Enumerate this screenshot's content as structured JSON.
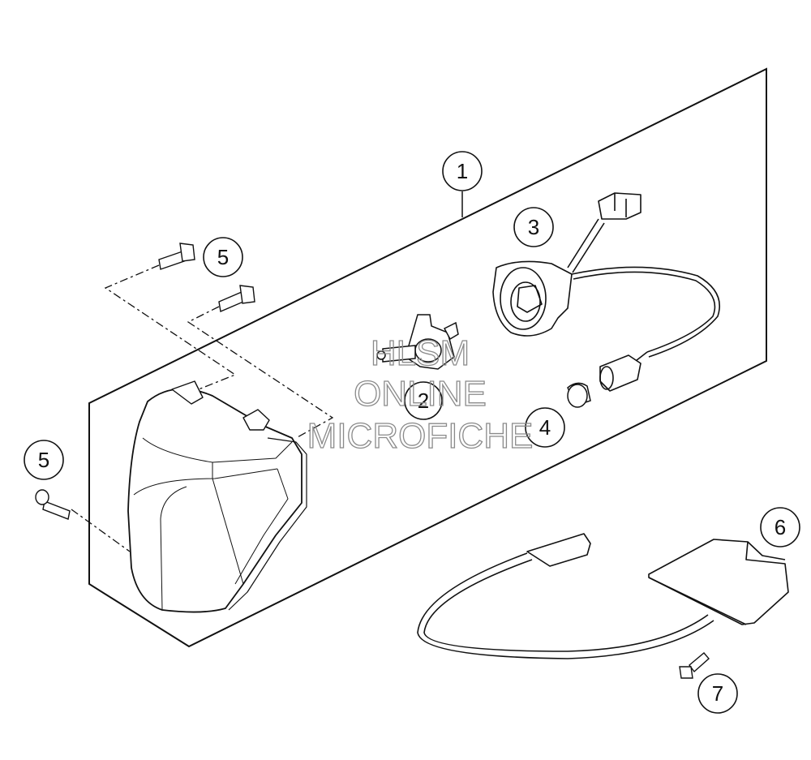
{
  "diagram": {
    "callouts": [
      {
        "id": "c1",
        "label": "1"
      },
      {
        "id": "c2",
        "label": "2"
      },
      {
        "id": "c3",
        "label": "3"
      },
      {
        "id": "c4",
        "label": "4"
      },
      {
        "id": "c5a",
        "label": "5"
      },
      {
        "id": "c5b",
        "label": "5"
      },
      {
        "id": "c6",
        "label": "6"
      },
      {
        "id": "c7",
        "label": "7"
      }
    ],
    "watermark": {
      "line1": "HLSM",
      "line2": "ONLINE",
      "line3": "MICROFICHE"
    },
    "parts": [
      {
        "icon": "headlight-housing-icon"
      },
      {
        "icon": "halogen-bulb-icon"
      },
      {
        "icon": "bulb-socket-harness-icon"
      },
      {
        "icon": "parking-bulb-icon"
      },
      {
        "icon": "bolt-icon"
      },
      {
        "icon": "license-plate-light-icon"
      },
      {
        "icon": "screw-icon"
      }
    ]
  }
}
